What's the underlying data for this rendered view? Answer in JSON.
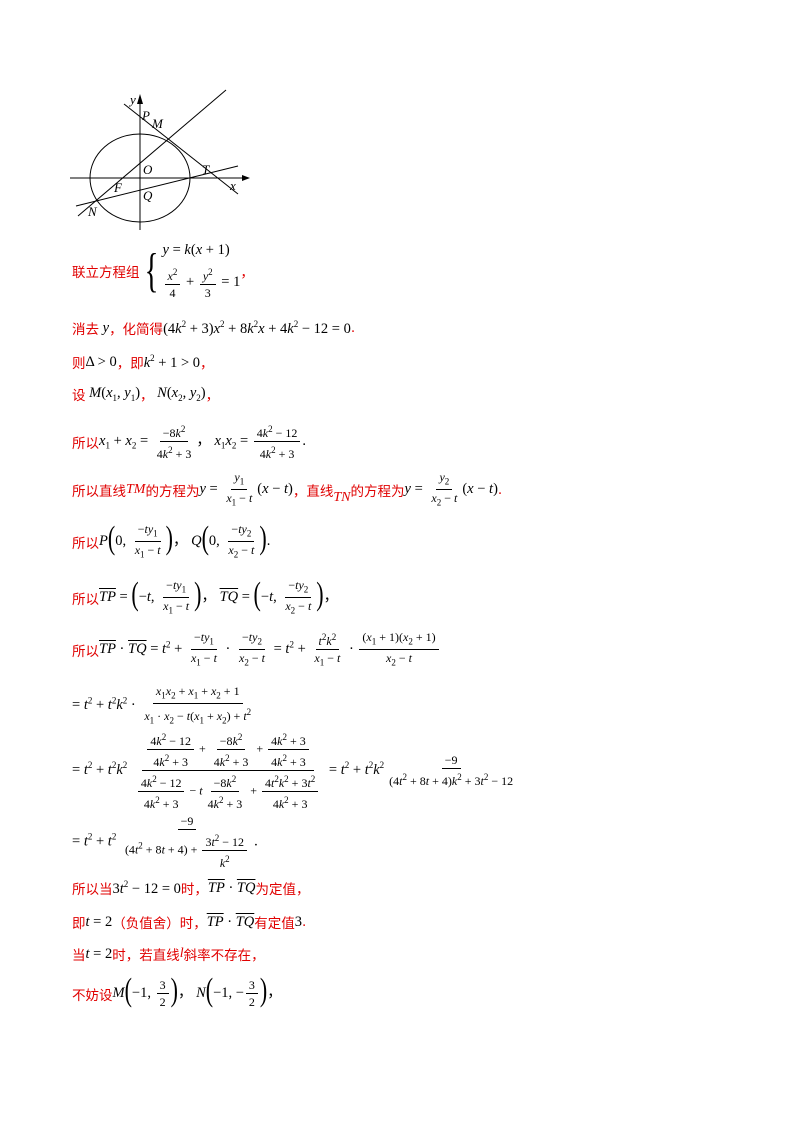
{
  "figure": {
    "labels": {
      "y": "y",
      "x": "x",
      "P": "P",
      "M": "M",
      "O": "O",
      "T": "T",
      "F": "F",
      "Q": "Q",
      "N": "N"
    }
  },
  "text": {
    "l1": "联立方程组",
    "l2a": "消去",
    "l2b": "，化简得",
    "l3a": "则",
    "l3b": "，即",
    "l3c": "，",
    "l4a": "设",
    "l4b": "，",
    "l5a": "所以",
    "l6a": "所以直线",
    "l6b": "的方程为",
    "l6c": "，直线",
    "l6d": "的方程为",
    "l7a": "所以",
    "l8a": "所以",
    "l9a": "所以",
    "l13a": "所以当",
    "l13b": "时，",
    "l13c": "为定值，",
    "l14a": "即",
    "l14b": "（负值舍）时，",
    "l14c": "有定值",
    "l15a": "当",
    "l15b": "时，若直线",
    "l15c": "斜率不存在，",
    "l16a": "不妨设",
    "TM": "TM",
    "TN": "TN",
    "l": "l",
    "three": "3"
  },
  "colors": {
    "red": "#e00000",
    "black": "#000000"
  }
}
